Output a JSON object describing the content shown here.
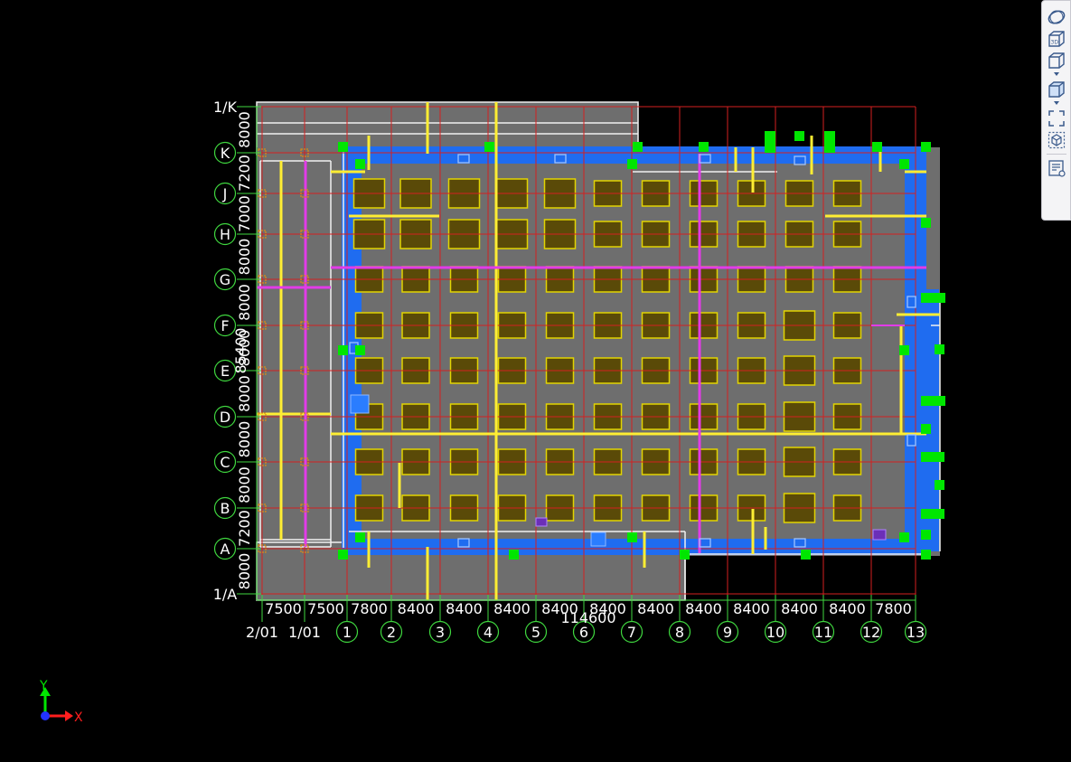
{
  "viewport": {
    "background": "#000000",
    "total_width_label": "114600",
    "total_height_label": "85400",
    "rows": [
      {
        "label": "1/K",
        "span": "8000"
      },
      {
        "label": "K",
        "span": "7200"
      },
      {
        "label": "J",
        "span": "7000"
      },
      {
        "label": "H",
        "span": "8000"
      },
      {
        "label": "G",
        "span": "8000"
      },
      {
        "label": "F",
        "span": "8000"
      },
      {
        "label": "E",
        "span": "8000"
      },
      {
        "label": "D",
        "span": "8000"
      },
      {
        "label": "C",
        "span": "8000"
      },
      {
        "label": "B",
        "span": "7200"
      },
      {
        "label": "A",
        "span": "8000"
      },
      {
        "label": "1/A",
        "span": ""
      }
    ],
    "columns": [
      {
        "label": "2/01",
        "span": "7500"
      },
      {
        "label": "1/01",
        "span": "7500"
      },
      {
        "label": "1",
        "span": "7800"
      },
      {
        "label": "2",
        "span": "8400"
      },
      {
        "label": "3",
        "span": "8400"
      },
      {
        "label": "4",
        "span": "8400"
      },
      {
        "label": "5",
        "span": "8400"
      },
      {
        "label": "6",
        "span": "8400"
      },
      {
        "label": "7",
        "span": "8400"
      },
      {
        "label": "8",
        "span": "8400"
      },
      {
        "label": "9",
        "span": "8400"
      },
      {
        "label": "10",
        "span": "8400"
      },
      {
        "label": "11",
        "span": "8400"
      },
      {
        "label": "12",
        "span": "7800"
      },
      {
        "label": "13",
        "span": ""
      }
    ],
    "colors": {
      "grid": "#d42020",
      "axis_green": "#3fd73f",
      "slab_gray": "#6e6e6e",
      "blue_zone": "#1f6cf0",
      "column_fill": "#5a4a08",
      "column_stroke": "#e2d400",
      "beam_yellow": "#ffee33",
      "beam_magenta": "#e23be8",
      "green_marker": "#00e600",
      "white_line": "#f0f0f0"
    }
  },
  "axis_indicator": {
    "x_label": "X",
    "y_label": "Y"
  },
  "toolbar": {
    "items": [
      {
        "name": "orbit-button",
        "icon": "orbit-icon",
        "title": "Orbit"
      },
      {
        "name": "view-3d-button",
        "icon": "cube-3d-icon",
        "title": "3D"
      },
      {
        "name": "view-preset-button",
        "icon": "cube-outline-icon",
        "title": "Views"
      },
      {
        "name": "display-style-button",
        "icon": "cube-solid-icon",
        "title": "Style"
      },
      {
        "name": "fit-view-button",
        "icon": "fit-frame-icon",
        "title": "Fit"
      },
      {
        "name": "section-box-button",
        "icon": "section-box-icon",
        "title": "Section"
      },
      {
        "name": "properties-button",
        "icon": "properties-panel-icon",
        "title": "Properties"
      }
    ]
  }
}
